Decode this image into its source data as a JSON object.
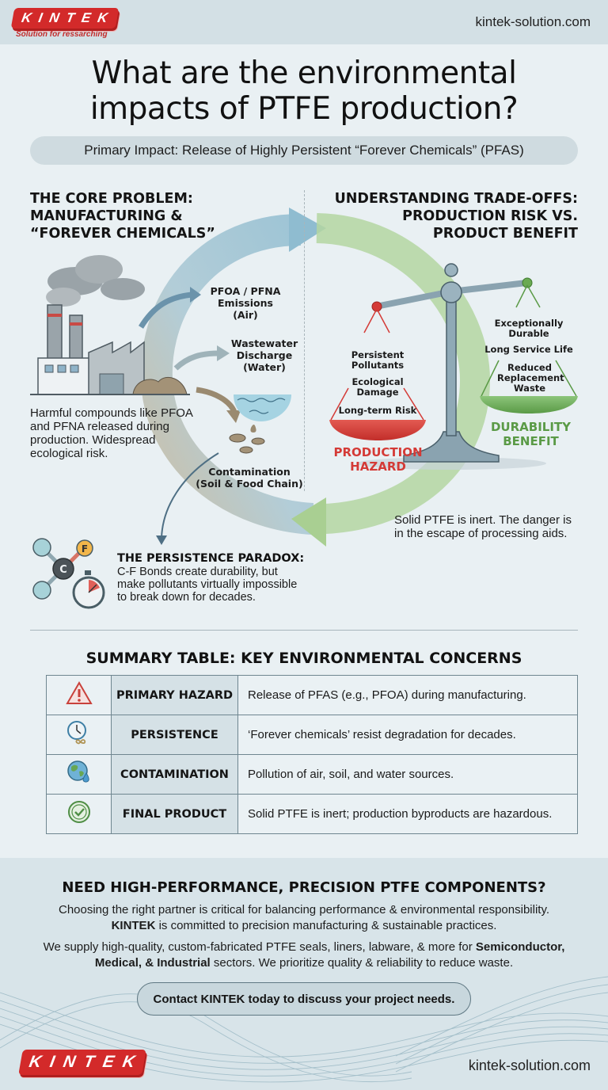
{
  "header": {
    "logo_text": "KINTEK",
    "logo_tagline": "Solution for ressarching",
    "website": "kintek-solution.com"
  },
  "title": {
    "line1": "What are the environmental",
    "line2": "impacts of PTFE production?"
  },
  "subtitle": "Primary Impact: Release of Highly Persistent “Forever Chemicals” (PFAS)",
  "core_problem": {
    "heading_lines": [
      "THE CORE PROBLEM:",
      "MANUFACTURING &",
      "“FOREVER CHEMICALS”"
    ],
    "emissions_label": [
      "PFOA / PFNA",
      "Emissions",
      "(Air)"
    ],
    "wastewater_label": [
      "Wastewater",
      "Discharge",
      "(Water)"
    ],
    "contamination_label": [
      "Contamination",
      "(Soil & Food Chain)"
    ],
    "description_lines": [
      "Harmful compounds like PFOA",
      "and PFNA released during",
      "production. Widespread",
      "ecological risk."
    ],
    "icons": [
      "factory-icon",
      "smoke-cloud-icon",
      "water-icon",
      "soil-icon"
    ]
  },
  "trade_offs": {
    "heading_lines": [
      "UNDERSTANDING TRADE-OFFS:",
      "PRODUCTION RISK VS.",
      "PRODUCT BENEFIT"
    ],
    "hazard_pan": {
      "items": [
        "Persistent Pollutants",
        "Ecological Damage",
        "Long-term Risk"
      ],
      "title_lines": [
        "PRODUCTION",
        "HAZARD"
      ],
      "color": "#d43a36"
    },
    "benefit_pan": {
      "items": [
        "Exceptionally Durable",
        "Long Service Life",
        "Reduced Replacement Waste"
      ],
      "title_lines": [
        "DURABILITY",
        "BENEFIT"
      ],
      "color": "#5a9a46"
    },
    "note_lines": [
      "Solid PTFE is inert. The danger is",
      "in the escape of processing aids."
    ]
  },
  "paradox": {
    "title": "THE PERSISTENCE PARADOX:",
    "body_lines": [
      "C-F Bonds create durability, but",
      "make pollutants virtually impossible",
      "to break down for decades."
    ],
    "atom_labels": {
      "carbon": "C",
      "fluorine": "F"
    }
  },
  "summary_table": {
    "title": "SUMMARY TABLE: KEY ENVIRONMENTAL CONCERNS",
    "rows": [
      {
        "icon": "warning-icon",
        "category": "PRIMARY HAZARD",
        "description": "Release of PFAS (e.g., PFOA) during manufacturing."
      },
      {
        "icon": "clock-infinity-icon",
        "category": "PERSISTENCE",
        "description": "‘Forever chemicals’ resist degradation for decades."
      },
      {
        "icon": "globe-droplet-icon",
        "category": "CONTAMINATION",
        "description": "Pollution of air, soil, and water sources."
      },
      {
        "icon": "checkmark-circle-icon",
        "category": "FINAL PRODUCT",
        "description": "Solid PTFE is inert; production byproducts are hazardous."
      }
    ]
  },
  "cta": {
    "title": "NEED HIGH-PERFORMANCE, PRECISION PTFE COMPONENTS?",
    "p1_line1": "Choosing the right partner is critical for balancing performance & environmental responsibility.",
    "p1_line2_bold": "KINTEK",
    "p1_line2_rest": " is committed to precision manufacturing & sustainable practices.",
    "p2_line1_rest": "We supply high-quality, custom-fabricated PTFE seals, liners, labware, & more for ",
    "p2_line1_bold": "Semiconductor,",
    "p2_line2_bold": "Medical, & Industrial",
    "p2_line2_rest": " sectors. We prioritize quality & reliability to reduce waste.",
    "button_label": "Contact KINTEK today to discuss your project needs."
  },
  "footer": {
    "logo_text": "KINTEK",
    "website": "kintek-solution.com"
  },
  "colors": {
    "brand_red": "#d32a2a",
    "hazard_red": "#d43a36",
    "benefit_green": "#5a9a46",
    "flow_blue": "#8fbcd0",
    "flow_green": "#a9cf92",
    "background": "#e9f0f3"
  }
}
